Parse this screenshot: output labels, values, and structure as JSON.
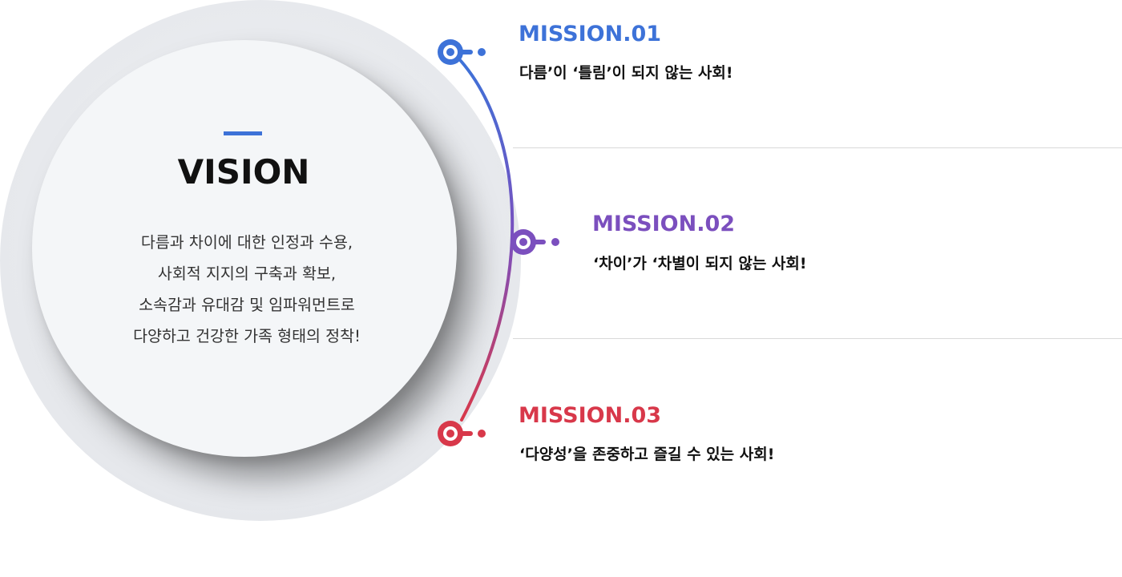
{
  "vision": {
    "title": "VISION",
    "lines": [
      "다름과 차이에 대한 인정과 수용,",
      "사회적 지지의 구축과 확보,",
      "소속감과 유대감 및 임파워먼트로",
      "다양하고 건강한 가족 형태의 정착!"
    ],
    "accent_color": "#3d72d8"
  },
  "missions": [
    {
      "label": "MISSION.01",
      "text": "다름’이 ‘틀림’이 되지 않는 사회!",
      "color": "#3d72d8"
    },
    {
      "label": "MISSION.02",
      "text": "‘차이’가 ‘차별이 되지 않는 사회!",
      "color": "#7b4fbe"
    },
    {
      "label": "MISSION.03",
      "text": "‘다양성’을 존중하고 즐길 수 있는 사회!",
      "color": "#d8384a"
    }
  ],
  "icons": {
    "node": "target-node-icon"
  }
}
